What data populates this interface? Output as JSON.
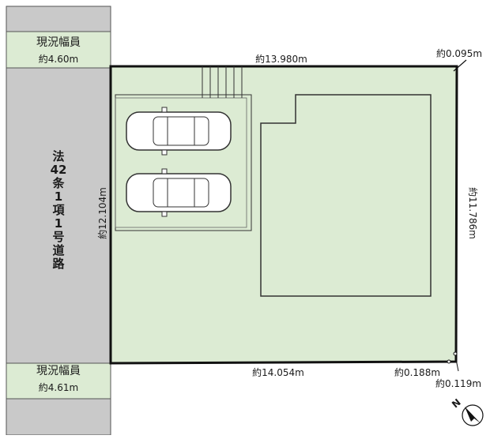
{
  "road": {
    "top_label": "現況幅員",
    "top_width": "約4.60m",
    "bottom_label": "現況幅員",
    "bottom_width": "約4.61m",
    "road_name_lines": [
      "法",
      "42",
      "条",
      "1",
      "項",
      "1",
      "号",
      "道",
      "路"
    ]
  },
  "dimensions": {
    "top_edge": "約13.980m",
    "top_right_offset": "約0.095m",
    "bottom_edge": "約14.054m",
    "bottom_right_offset_a": "約0.188m",
    "bottom_right_offset_b": "約0.119m",
    "left_edge": "約12.104m",
    "right_edge": "約11.786m"
  },
  "compass": {
    "label": "N"
  },
  "colors": {
    "lot_fill": "#dcebd3",
    "road_fill": "#c9c9c9",
    "road_band_fill": "#dcebd3",
    "boundary": "#111111"
  }
}
